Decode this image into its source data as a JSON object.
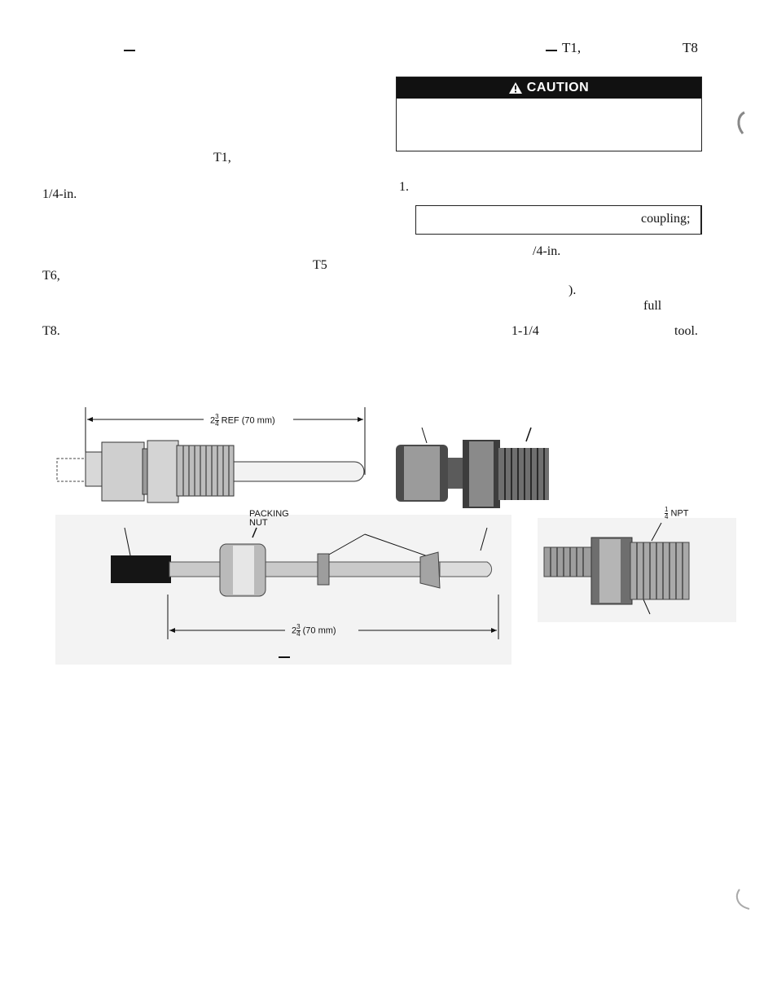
{
  "left_column": {
    "frag_t1": "T1,",
    "frag_quarter_in": "1/4-in.",
    "frag_t5": "T5",
    "frag_t6": "T6,",
    "frag_t8": "T8."
  },
  "right_column": {
    "header_t1": "T1,",
    "header_t8": "T8",
    "caution_title": "CAUTION",
    "step_number": "1.",
    "note_coupling": "coupling;",
    "frag_quarter_in": "/4-in.",
    "frag_paren": ").",
    "frag_full": "full",
    "frag_one_quarter": "1-1/4",
    "frag_tool": "tool."
  },
  "figure": {
    "dim_ref_value": "2",
    "dim_ref_frac_num": "3",
    "dim_ref_frac_den": "4",
    "dim_ref_text": "REF (70 mm)",
    "packing_nut_line1": "PACKING",
    "packing_nut_line2": "NUT",
    "npt_frac_num": "1",
    "npt_frac_den": "4",
    "npt_text": "NPT",
    "dim_value": "2",
    "dim_frac_num": "3",
    "dim_frac_den": "4",
    "dim_text": "(70 mm)"
  },
  "colors": {
    "ink": "#111111",
    "caution_bar": "#111111",
    "caution_text": "#ffffff",
    "metal_light": "#cfcfcf",
    "metal_dark": "#6b6b6b"
  }
}
